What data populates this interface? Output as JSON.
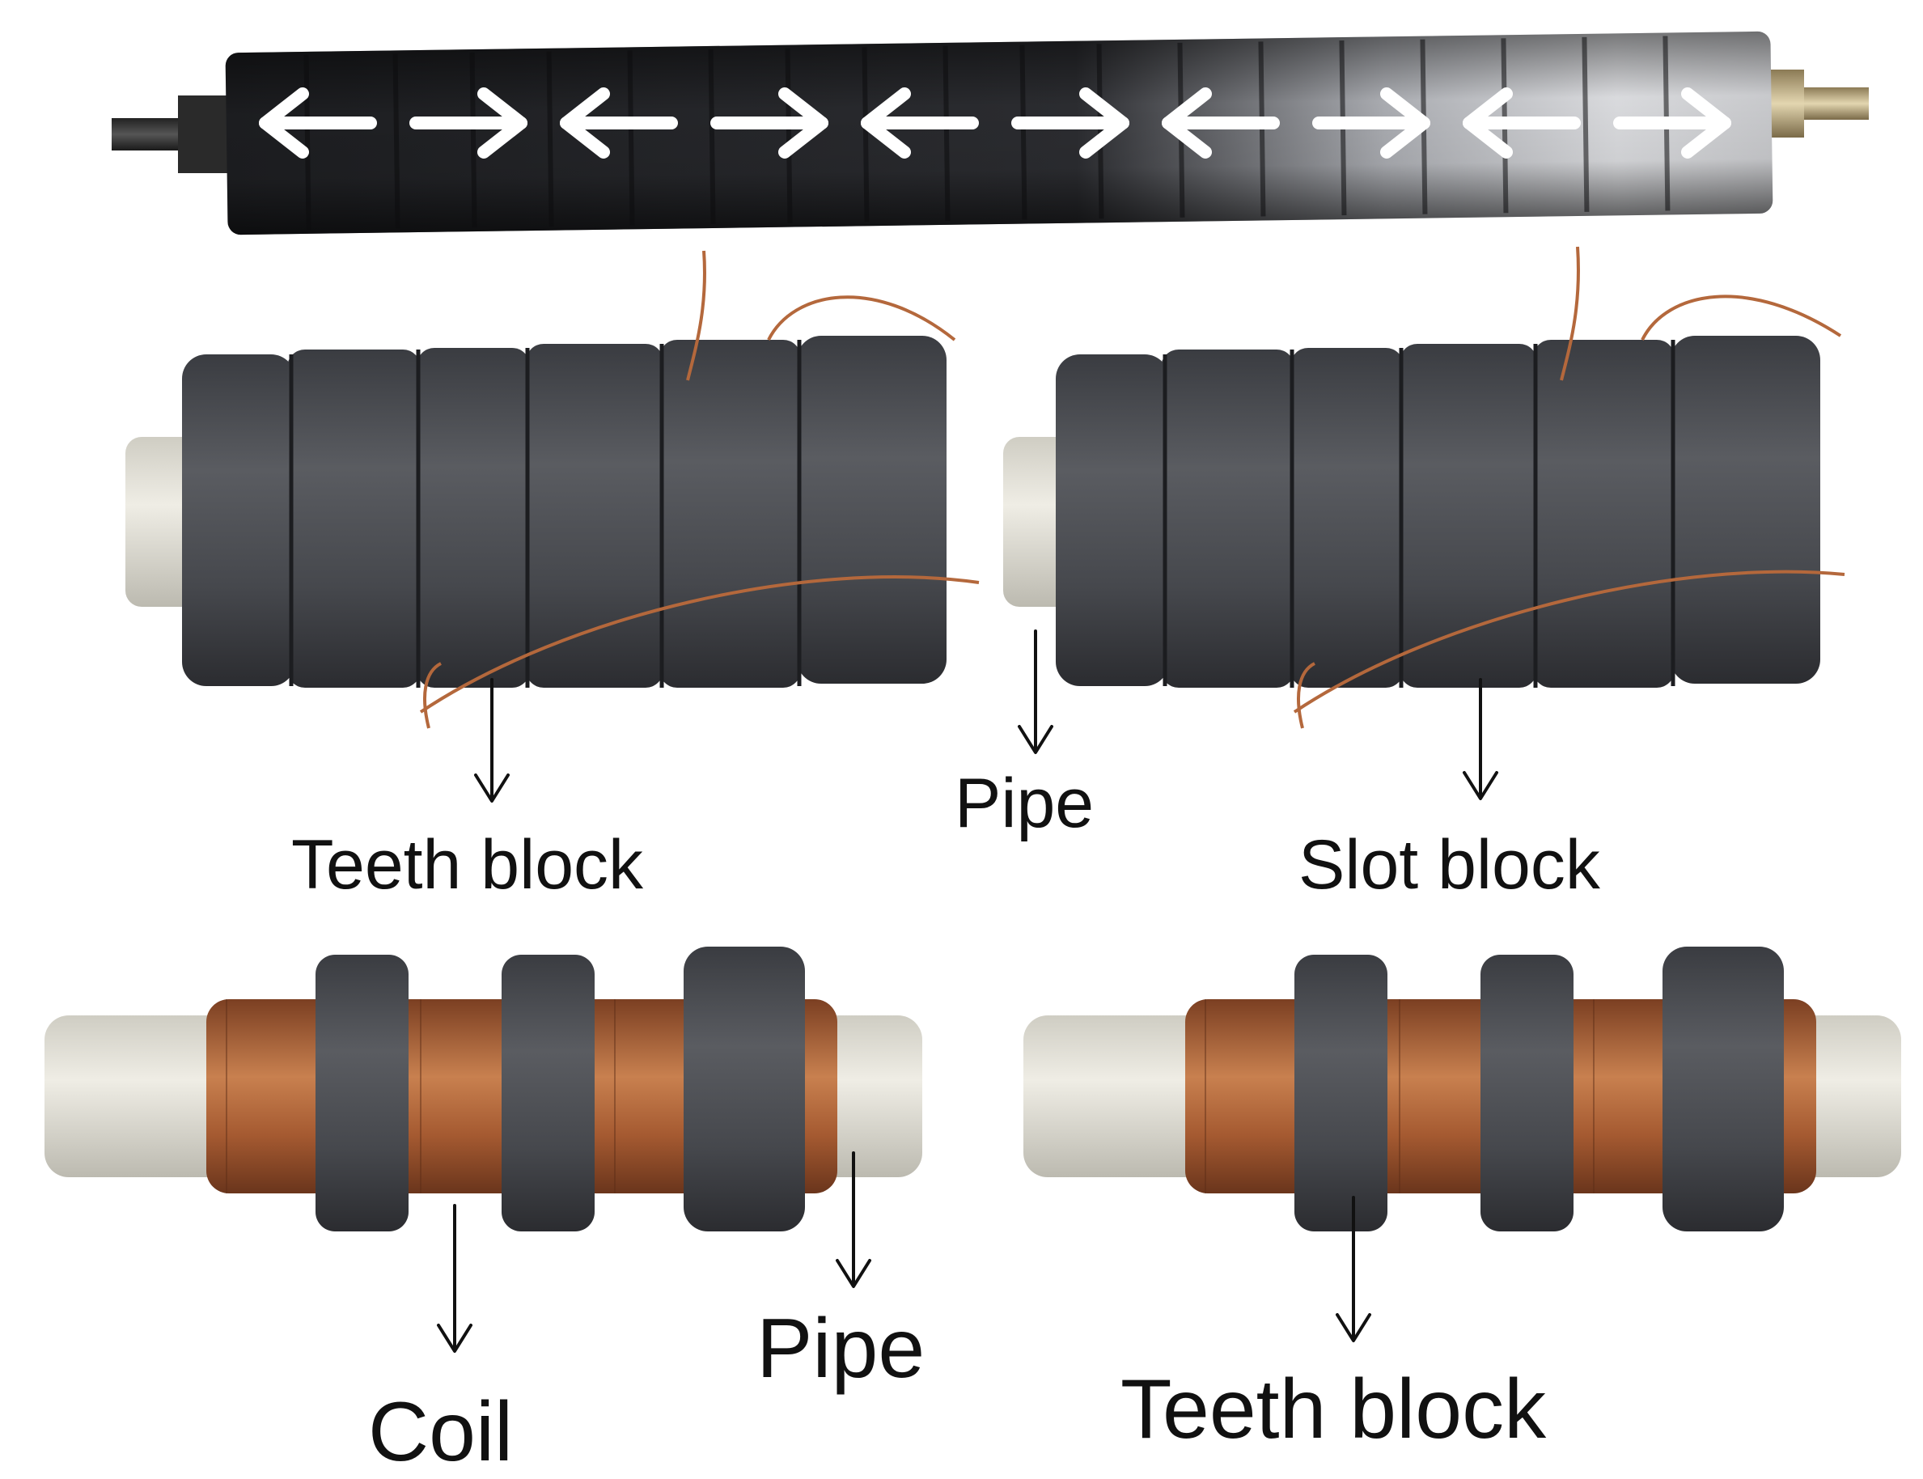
{
  "figure": {
    "labels": {
      "teeth_block_top": "Teeth block",
      "pipe_top": "Pipe",
      "slot_block": "Slot block",
      "coil": "Coil",
      "pipe_bottom": "Pipe",
      "teeth_block_bottom": "Teeth block"
    },
    "magnet_directions": [
      "left",
      "right",
      "left",
      "right",
      "left",
      "right",
      "left",
      "right",
      "left",
      "right"
    ],
    "colors": {
      "background": "#ffffff",
      "ferrite": "#4a4c51",
      "ferrite_dark": "#2a2b2f",
      "copper": "#b4683c",
      "pipe": "#e6e4da",
      "arrow_white": "#ffffff",
      "label": "#111111"
    }
  }
}
